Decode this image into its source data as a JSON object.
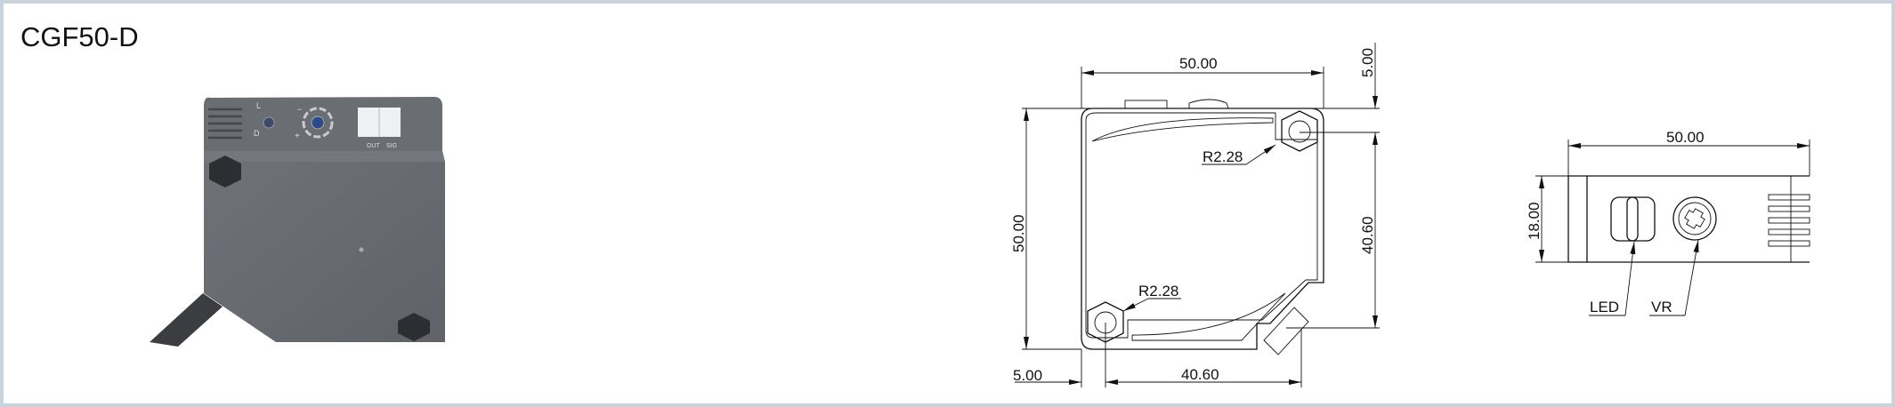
{
  "title": "CGF50-D",
  "product_photo": {
    "labels": {
      "l": "L",
      "d": "D",
      "minus": "−",
      "plus": "+",
      "out": "OUT",
      "sig": "SIG"
    }
  },
  "front_view": {
    "width_top": "50.00",
    "offset_top": "5.00",
    "height_left": "50.00",
    "height_right": "40.60",
    "radius_top": "R2.28",
    "radius_bottom": "R2.28",
    "offset_bottom": "5.00",
    "width_bottom": "40.60"
  },
  "top_view": {
    "width": "50.00",
    "height": "18.00",
    "led_label": "LED",
    "vr_label": "VR"
  }
}
